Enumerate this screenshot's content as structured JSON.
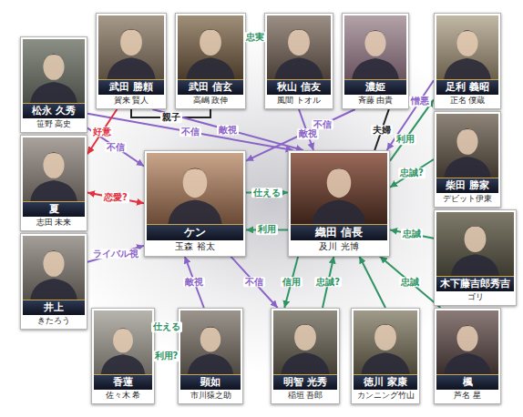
{
  "diagram": {
    "nodes": [
      {
        "text": [
          "松永 久秀",
          "笹野 高史"
        ]
      },
      {
        "text": [
          "武田 勝頼",
          "賀来 賢人"
        ]
      },
      {
        "text": [
          "武田 信玄",
          "高嶋 政伸"
        ]
      },
      {
        "text": [
          "秋山 信友",
          "風間 トオル"
        ]
      },
      {
        "text": [
          "濃姫",
          "斉藤 由貴"
        ]
      },
      {
        "text": [
          "足利 義昭",
          "正名 僕蔵"
        ]
      },
      {
        "text": [
          "柴田 勝家",
          "デビット伊東"
        ]
      },
      {
        "text": [
          "夏",
          "志田 未来"
        ]
      },
      {
        "text": [
          "ケン",
          "玉森 裕太"
        ]
      },
      {
        "text": [
          "織田 信長",
          "及川 光博"
        ]
      },
      {
        "text": [
          "木下藤吉郎秀吉",
          "ゴリ"
        ]
      },
      {
        "text": [
          "井上",
          "きたろう"
        ]
      },
      {
        "text": [
          "香蓮",
          "佐々木 希"
        ]
      },
      {
        "text": [
          "顕如",
          "市川猿之助"
        ]
      },
      {
        "text": [
          "明智 光秀",
          "稲垣 吾郎"
        ]
      },
      {
        "text": [
          "徳川 家康",
          "カンニング竹山"
        ]
      },
      {
        "text": [
          "楓",
          "芦名 星"
        ]
      }
    ],
    "edges": [
      {
        "from": 1,
        "to": 2,
        "arrow": "none",
        "label": "親子"
      },
      {
        "from": 3,
        "to": 2,
        "arrow": "to",
        "label": "忠実"
      },
      {
        "from": 1,
        "to": 9,
        "arrow": "to",
        "label": "敵視"
      },
      {
        "from": 0,
        "to": 9,
        "arrow": "to",
        "label": "不信"
      },
      {
        "from": 3,
        "to": 9,
        "arrow": "to",
        "label": "敵視"
      },
      {
        "from": 4,
        "to": 8,
        "arrow": "to",
        "label": "不信"
      },
      {
        "from": 4,
        "to": 9,
        "arrow": "none",
        "label": "夫婦"
      },
      {
        "from": 9,
        "to": 5,
        "arrow": "to",
        "label": "利用"
      },
      {
        "from": 5,
        "to": 9,
        "arrow": "to",
        "label": "憎悪"
      },
      {
        "from": 6,
        "to": 9,
        "arrow": "to",
        "label": "忠誠?"
      },
      {
        "from": 10,
        "to": 9,
        "arrow": "to",
        "label": "忠誠"
      },
      {
        "from": 16,
        "to": 9,
        "arrow": "to",
        "label": "忠誠"
      },
      {
        "from": 15,
        "to": 9,
        "arrow": "to"
      },
      {
        "from": 14,
        "to": 9,
        "arrow": "to",
        "label": "忠誠?"
      },
      {
        "from": 9,
        "to": 14,
        "arrow": "to",
        "label": "信用"
      },
      {
        "from": 8,
        "to": 9,
        "arrow": "to",
        "label": "仕える"
      },
      {
        "from": 9,
        "to": 8,
        "arrow": "to",
        "label": "利用"
      },
      {
        "from": 0,
        "to": 8,
        "arrow": "to",
        "label": "不信"
      },
      {
        "from": 1,
        "to": 7,
        "arrow": "to",
        "label": "好意"
      },
      {
        "from": 7,
        "to": 8,
        "arrow": "both",
        "label": "恋愛?"
      },
      {
        "from": 11,
        "to": 8,
        "arrow": "to",
        "label": "ライバル視"
      },
      {
        "from": 13,
        "to": 8,
        "arrow": "to",
        "label": "敵視"
      },
      {
        "from": 8,
        "to": 14,
        "arrow": "to",
        "label": "不信"
      },
      {
        "from": 12,
        "to": 13,
        "arrow": "to",
        "label": "仕える"
      },
      {
        "from": 13,
        "to": 12,
        "arrow": "to",
        "label": "利用?"
      }
    ]
  }
}
